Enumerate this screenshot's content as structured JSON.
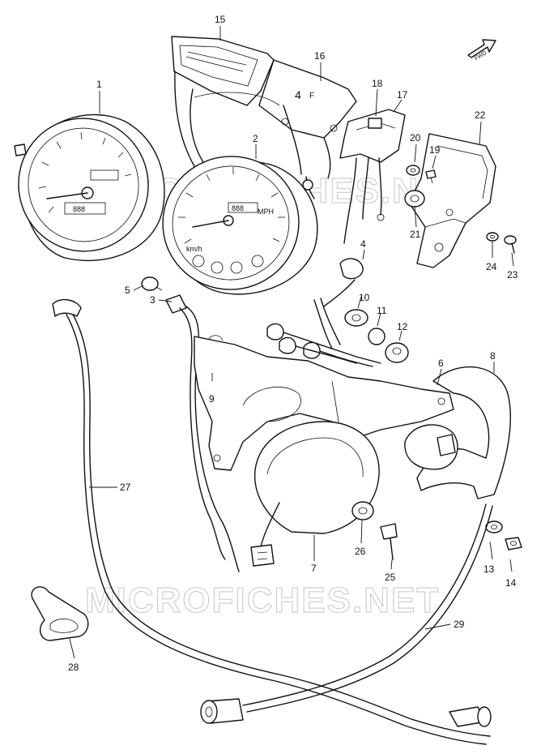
{
  "diagram": {
    "watermark": "MICROFICHES.NET",
    "fwd_label": "FWD",
    "dial_texts": {
      "odometer": "888",
      "mph": "MPH",
      "km": "km/h"
    },
    "callouts": [
      "1",
      "2",
      "3",
      "4",
      "5",
      "6",
      "7",
      "8",
      "9",
      "10",
      "11",
      "12",
      "13",
      "14",
      "15",
      "16",
      "17",
      "18",
      "19",
      "20",
      "21",
      "22",
      "23",
      "24",
      "25",
      "26",
      "27",
      "28",
      "29"
    ]
  }
}
